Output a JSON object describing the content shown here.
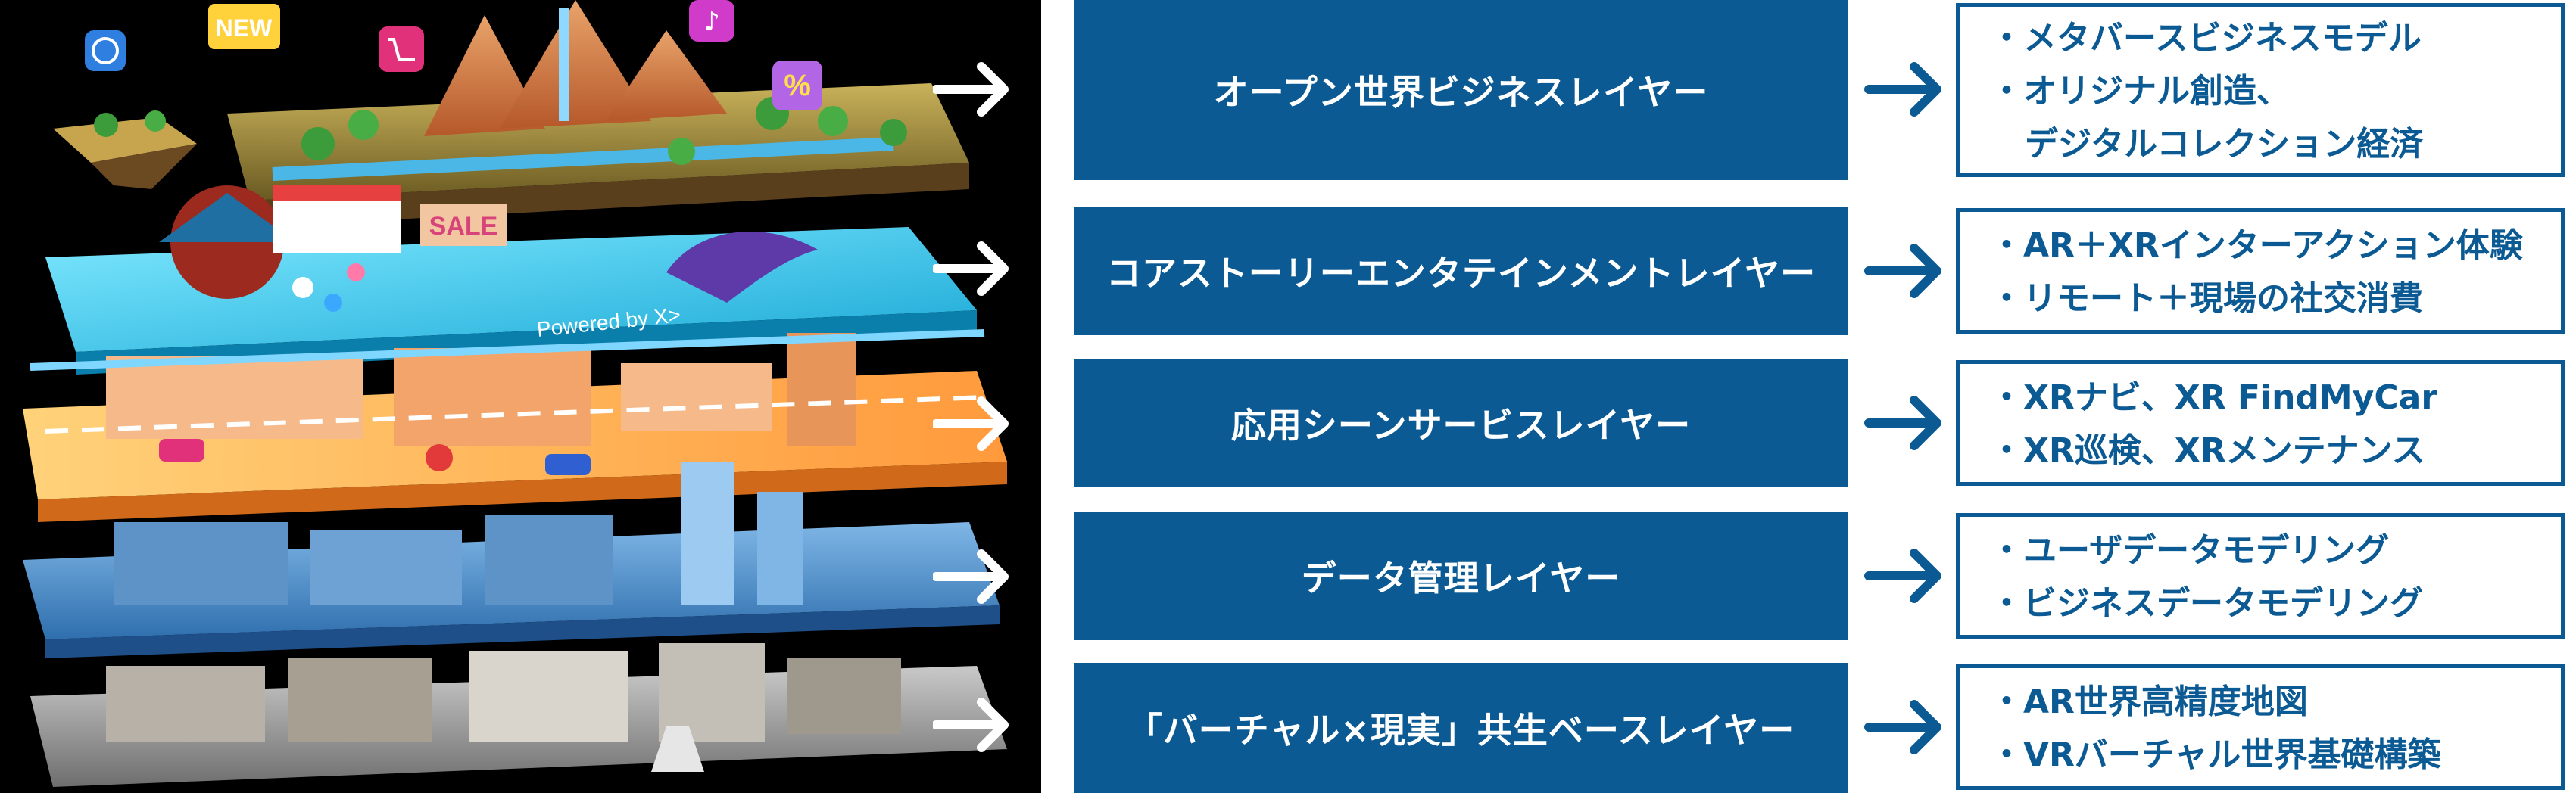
{
  "illustration": {
    "sign_new": "NEW",
    "sign_sale": "SALE",
    "powered_by": "Powered by X>"
  },
  "layers": [
    {
      "label": "オープン世界ビジネスレイヤー",
      "features": [
        "・メタバースビジネスモデル",
        "・オリジナル創造、",
        "デジタルコレクション経済"
      ]
    },
    {
      "label": "コアストーリーエンタテインメントレイヤー",
      "features": [
        "・AR＋XRインターアクション体験",
        "・リモート＋現場の社交消費"
      ]
    },
    {
      "label": "応用シーンサービスレイヤー",
      "features": [
        "・XRナビ、XR FindMyCar",
        "・XR巡検、XRメンテナンス"
      ]
    },
    {
      "label": "データ管理レイヤー",
      "features": [
        "・ユーザデータモデリング",
        "・ビジネスデータモデリング"
      ]
    },
    {
      "label": "「バーチャル×現実」共生ベースレイヤー",
      "features": [
        "・AR世界高精度地図",
        "・VRバーチャル世界基礎構築"
      ]
    }
  ],
  "colors": {
    "layer_fill": "#0b5a93",
    "feature_border": "#0b5a93",
    "illustration_bg": "#000000"
  }
}
